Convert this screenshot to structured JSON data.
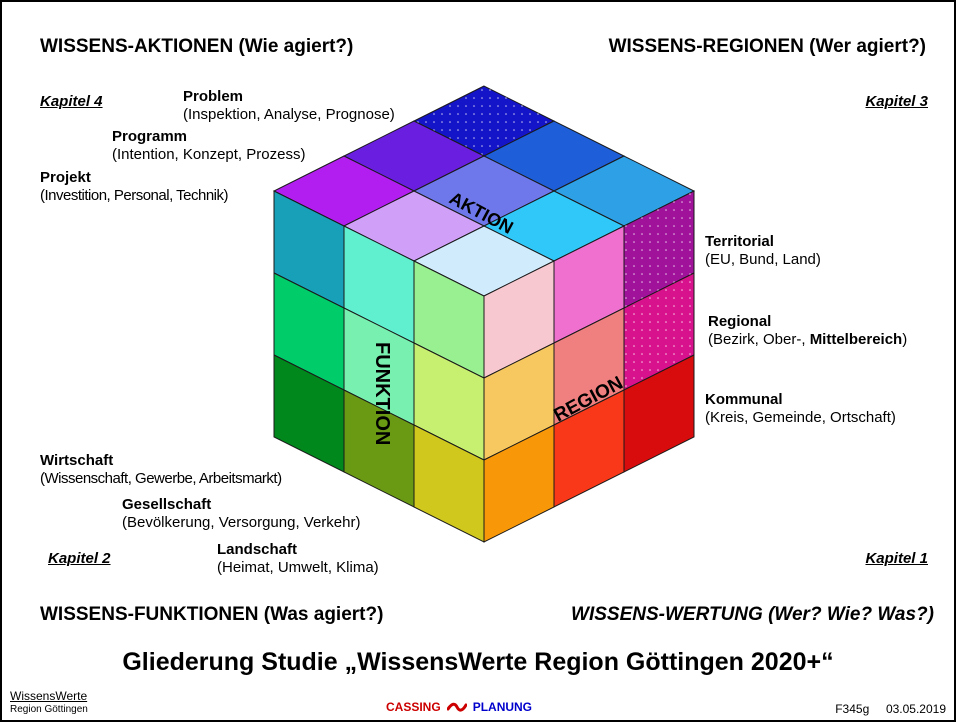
{
  "corners": {
    "top_left": "WISSENS-AKTIONEN (Wie agiert?)",
    "top_right": "WISSENS-REGIONEN (Wer agiert?)",
    "bottom_left": "WISSENS-FUNKTIONEN (Was agiert?)",
    "bottom_right": "WISSENS-WERTUNG (Wer? Wie? Was?)"
  },
  "kapitel": {
    "k4": "Kapitel 4",
    "k3": "Kapitel 3",
    "k2": "Kapitel 2",
    "k1": "Kapitel 1"
  },
  "aktionen": [
    {
      "title": "Problem",
      "sub": "(Inspektion, Analyse, Prognose)"
    },
    {
      "title": "Programm",
      "sub": "(Intention, Konzept, Prozess)"
    },
    {
      "title": "Projekt",
      "sub": "(Investition, Personal, Technik)"
    }
  ],
  "regionen": [
    {
      "title": "Territorial",
      "sub": "(EU, Bund, Land)"
    },
    {
      "title": "Regional",
      "sub_a": "(Bezirk, Ober-, ",
      "sub_bold": "Mittelbereich",
      "sub_b": ")"
    },
    {
      "title": "Kommunal",
      "sub": "(Kreis, Gemeinde, Ortschaft)"
    }
  ],
  "funktionen": [
    {
      "title": "Wirtschaft",
      "sub": "(Wissenschaft, Gewerbe, Arbeitsmarkt)"
    },
    {
      "title": "Gesellschaft",
      "sub": "(Bevölkerung, Versorgung, Verkehr)"
    },
    {
      "title": "Landschaft",
      "sub": "(Heimat, Umwelt, Klima)"
    }
  ],
  "cube_labels": {
    "top": "AKTION",
    "left": "FUNKTION",
    "right": "REGION"
  },
  "main_title": "Gliederung Studie „WissensWerte Region Göttingen 2020+“",
  "footer": {
    "brand_line1": "WissensWerte",
    "brand_line2": "Region Göttingen",
    "center_left": "CASSING",
    "center_right": "PLANUNG",
    "code": "F345g",
    "date": "03.05.2019"
  },
  "colors": {
    "top_face": [
      "#1414c8",
      "#6a1ee0",
      "#b21ef0",
      "#1e5ed8",
      "#6e78ea",
      "#d0a0f8",
      "#2ea0e6",
      "#30c8f8",
      "#d0ecfc"
    ],
    "left_face": [
      "#18a0b8",
      "#60f0d0",
      "#98f090",
      "#00cc6a",
      "#78f0b0",
      "#c8f070",
      "#00881c",
      "#6a9a14",
      "#d0c81c"
    ],
    "right_face": [
      "#f8c8d0",
      "#f070d0",
      "#a0129a",
      "#f8c860",
      "#f08080",
      "#d8128c",
      "#f89808",
      "#f83818",
      "#d80c0c"
    ],
    "squiggle": "#cc0000",
    "planung": "#0000cc"
  }
}
